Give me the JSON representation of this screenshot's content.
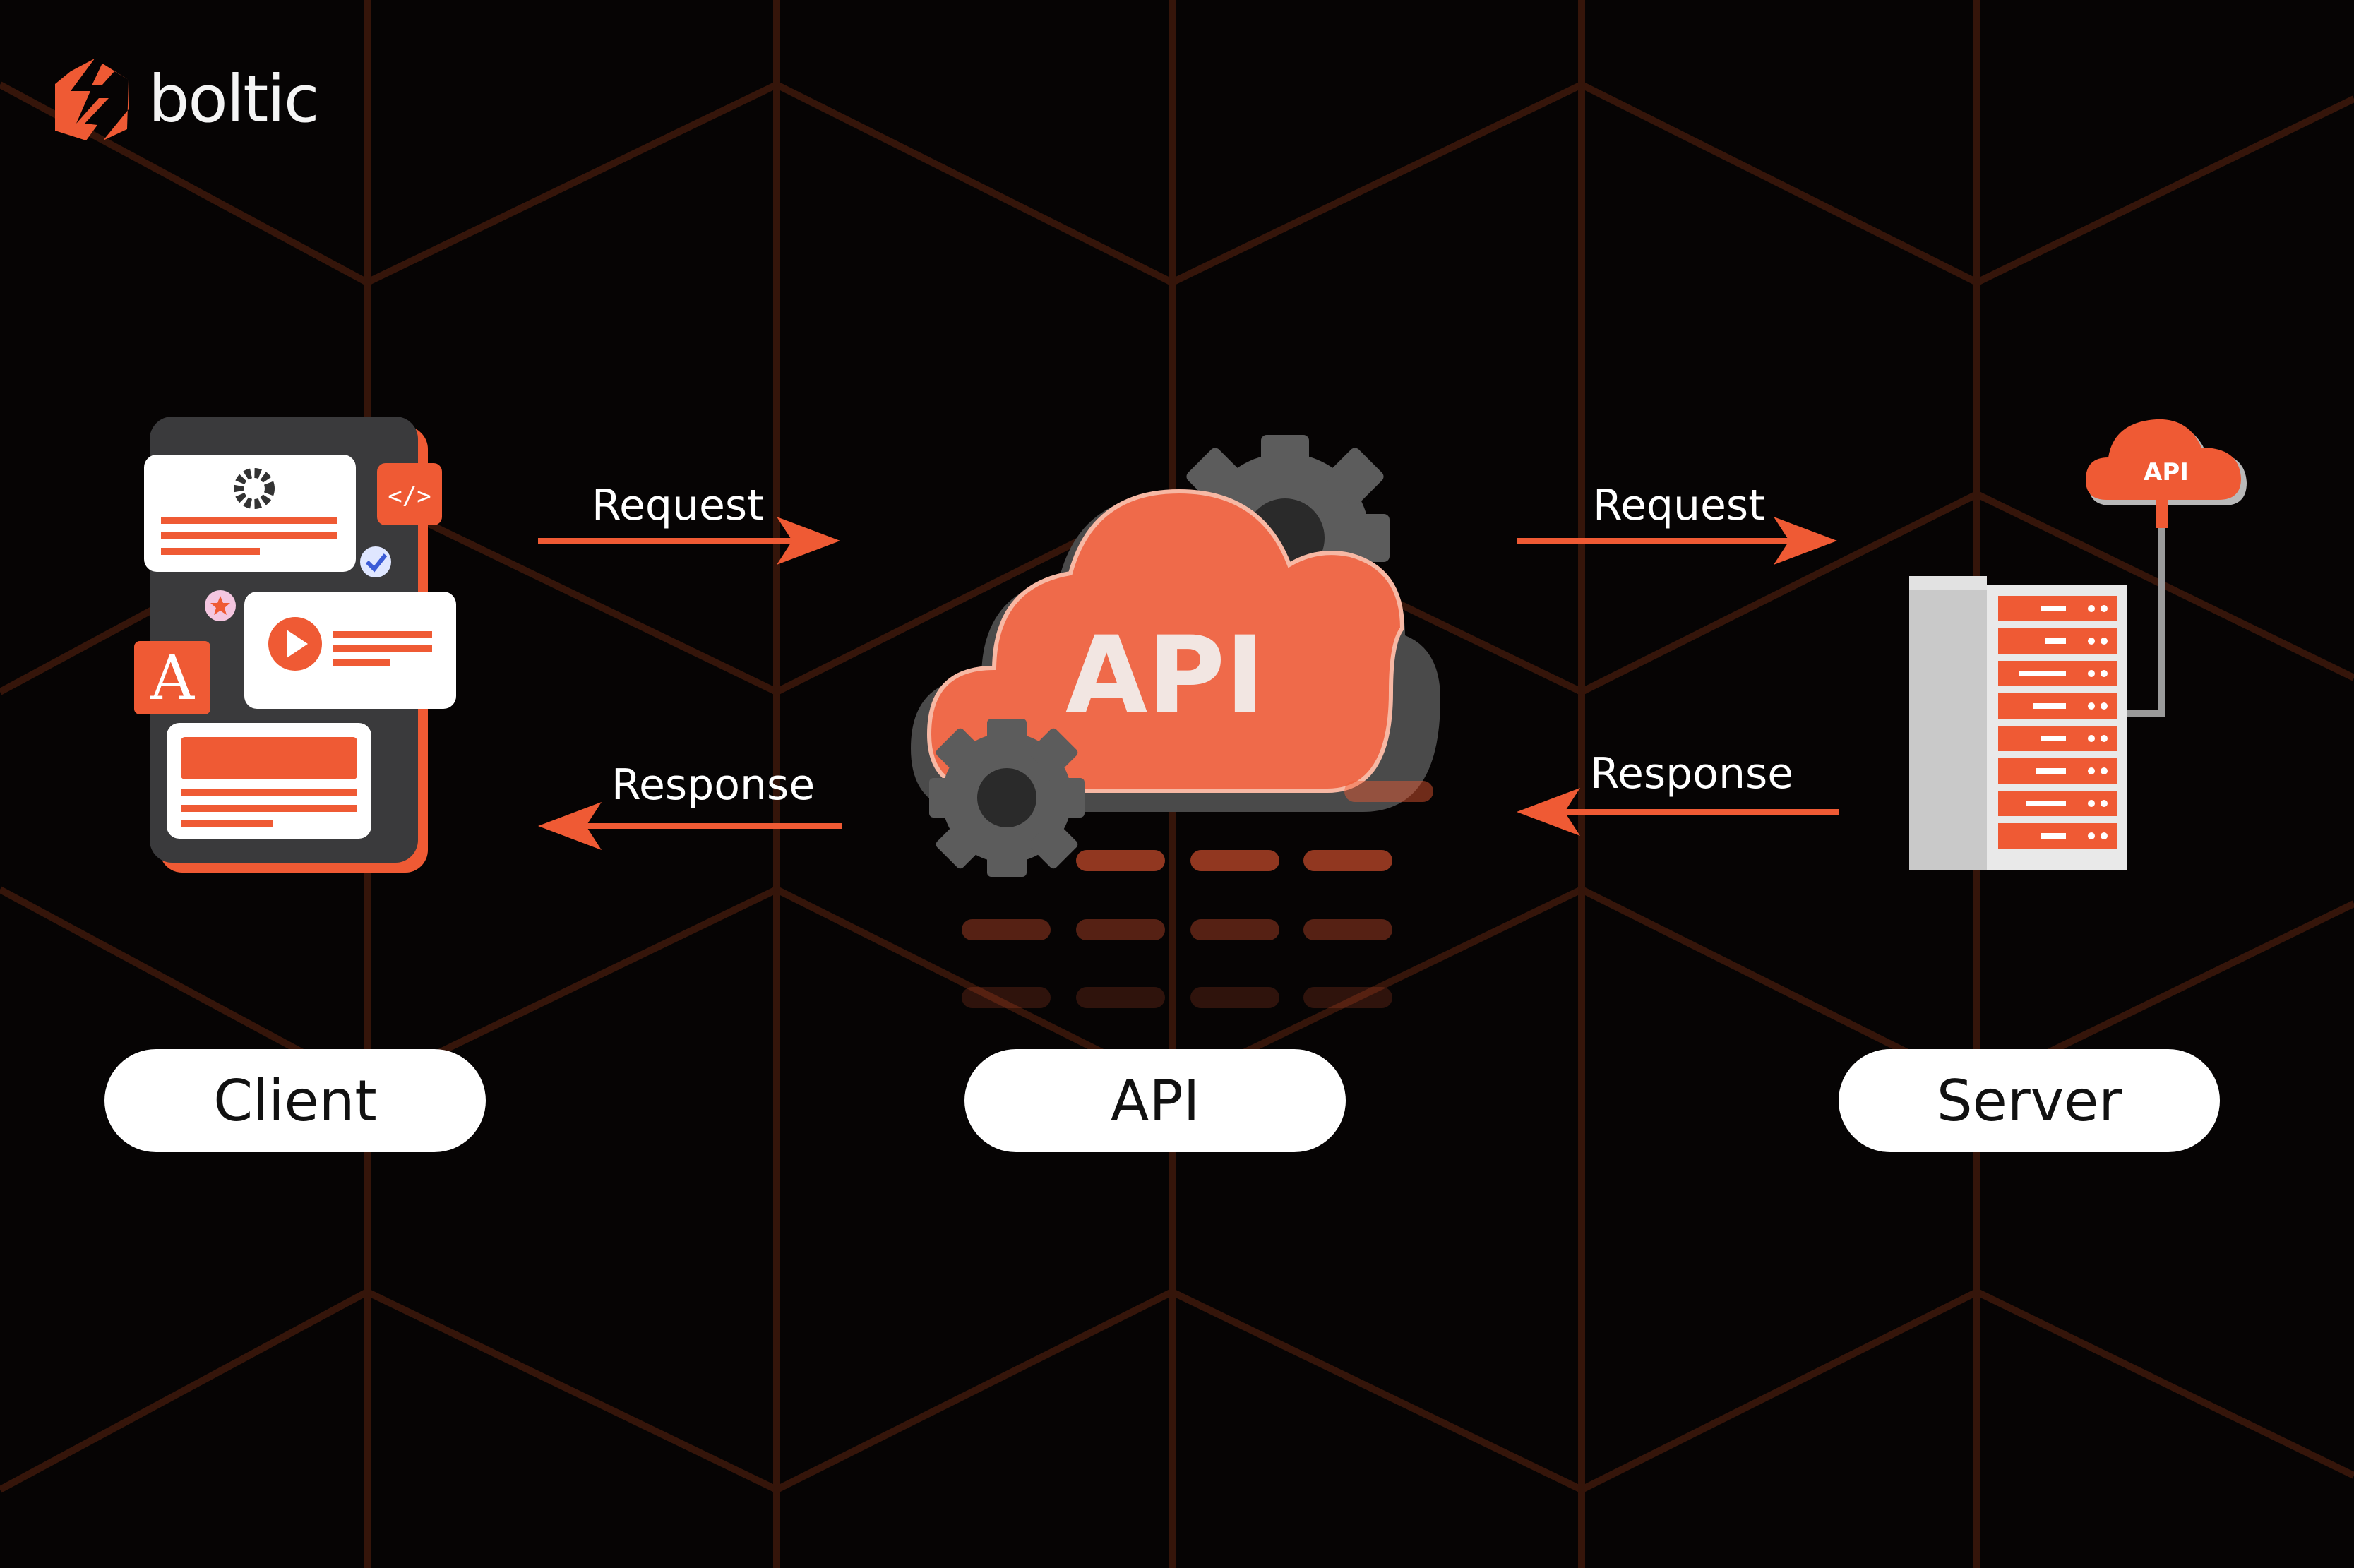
{
  "brand": {
    "name": "boltic",
    "logo_icon": "bolt-logo-icon"
  },
  "colors": {
    "background": "#060404",
    "grid": "#3a160b",
    "accent": "#ef5a34",
    "gear": "#5a5a5a",
    "pill": "#ffffff"
  },
  "nodes": {
    "client": {
      "label": "Client",
      "icon": "mobile-app-icon"
    },
    "api": {
      "label": "API",
      "icon_text": "API",
      "icon": "api-cloud-gears-icon"
    },
    "server": {
      "label": "Server",
      "cloud_text": "API",
      "icon": "server-rack-icon"
    }
  },
  "edges": {
    "client_to_api": {
      "label": "Request",
      "direction": "right"
    },
    "api_to_client": {
      "label": "Response",
      "direction": "left"
    },
    "api_to_server": {
      "label": "Request",
      "direction": "right"
    },
    "server_to_api": {
      "label": "Response",
      "direction": "left"
    }
  }
}
